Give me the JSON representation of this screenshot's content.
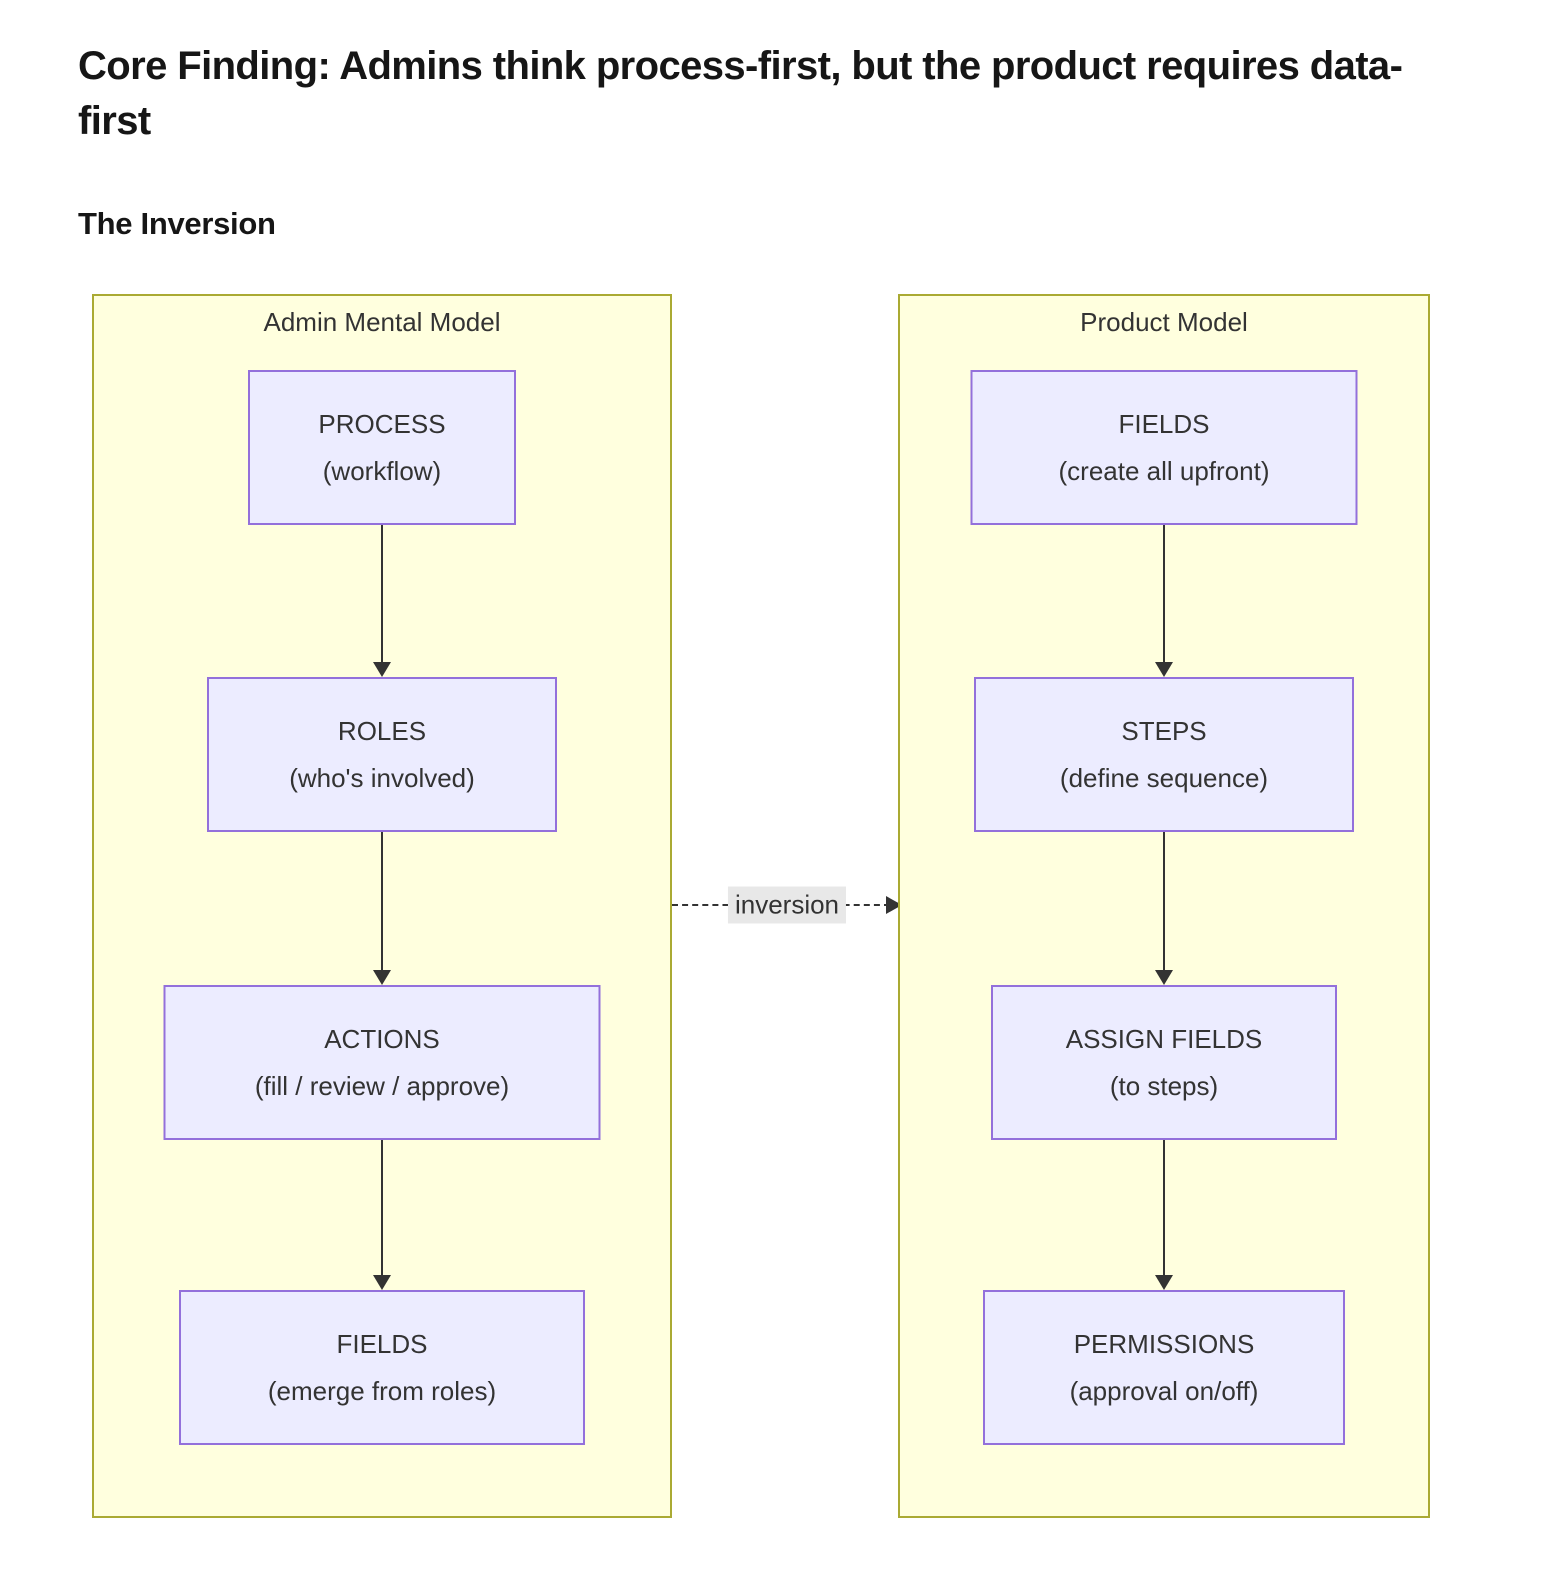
{
  "header": {
    "title": "Core Finding: Admins think process-first, but the product requires data-first",
    "subtitle": "The Inversion"
  },
  "diagram": {
    "edge_label": "inversion",
    "clusters": [
      {
        "title": "Admin Mental Model",
        "nodes": [
          {
            "line1": "PROCESS",
            "line2": "(workflow)"
          },
          {
            "line1": "ROLES",
            "line2": "(who's involved)"
          },
          {
            "line1": "ACTIONS",
            "line2": "(fill / review / approve)"
          },
          {
            "line1": "FIELDS",
            "line2": "(emerge from roles)"
          }
        ]
      },
      {
        "title": "Product Model",
        "nodes": [
          {
            "line1": "FIELDS",
            "line2": "(create all upfront)"
          },
          {
            "line1": "STEPS",
            "line2": "(define sequence)"
          },
          {
            "line1": "ASSIGN FIELDS",
            "line2": "(to steps)"
          },
          {
            "line1": "PERMISSIONS",
            "line2": "(approval on/off)"
          }
        ]
      }
    ],
    "colors": {
      "cluster_fill": "#ffffde",
      "cluster_border": "#aaaa33",
      "node_fill": "#ececff",
      "node_border": "#9370db",
      "edge": "#333333",
      "edge_label_bg": "#e8e8e8",
      "text": "#333333"
    }
  }
}
